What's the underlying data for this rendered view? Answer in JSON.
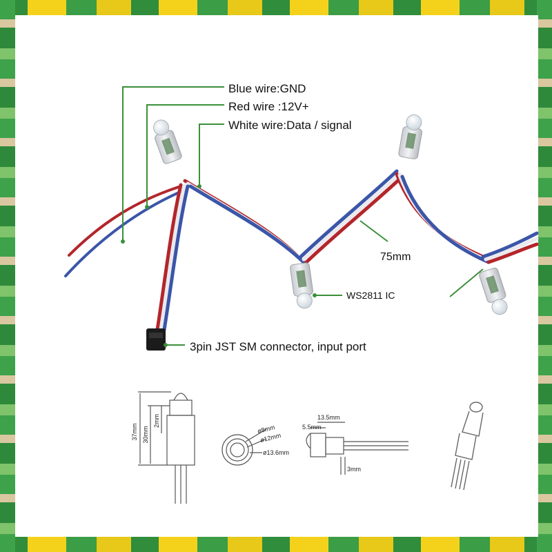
{
  "labels": {
    "blue_wire": "Blue wire:GND",
    "red_wire": "Red wire :12V+",
    "white_wire": "White wire:Data / signal",
    "spacing": "75mm",
    "ic": "WS2811 IC",
    "connector": "3pin JST SM connector, input port"
  },
  "dimensions": {
    "total_height": "37mm",
    "body_height": "30mm",
    "lens_height": "2mm",
    "lens_diameter": "ø8mm",
    "body_diameter": "ø12mm",
    "flange_diameter": "ø13.6mm",
    "lens_length": "5.5mm",
    "body_length": "13.5mm",
    "flange_thickness": "3mm"
  },
  "colors": {
    "wire_red": "#b3262b",
    "wire_blue": "#3b56a8",
    "wire_white": "#e9e9ee",
    "leader": "#3a8f3a"
  }
}
